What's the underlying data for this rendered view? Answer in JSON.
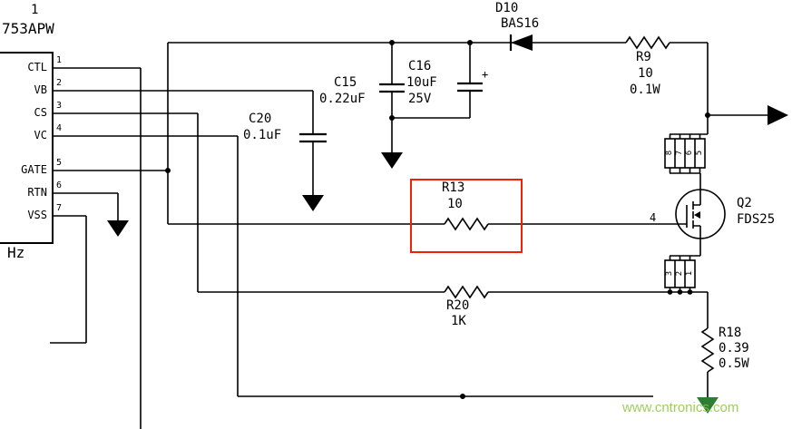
{
  "ic": {
    "ref_fragment": "1",
    "part_fragment": "753APW",
    "note_fragment": "Hz",
    "pins": [
      {
        "name": "CTL",
        "num": "1"
      },
      {
        "name": "VB",
        "num": "2"
      },
      {
        "name": "CS",
        "num": "3"
      },
      {
        "name": "VC",
        "num": "4"
      },
      {
        "name": "GATE",
        "num": "5"
      },
      {
        "name": "RTN",
        "num": "6"
      },
      {
        "name": "VSS",
        "num": "7"
      }
    ]
  },
  "components": {
    "c20": {
      "ref": "C20",
      "value": "0.1uF"
    },
    "c15": {
      "ref": "C15",
      "value": "0.22uF"
    },
    "c16": {
      "ref": "C16",
      "value": "10uF",
      "voltage": "25V",
      "polarity_mark": "+"
    },
    "d10": {
      "ref": "D10",
      "part": "BAS16"
    },
    "r9": {
      "ref": "R9",
      "value": "10",
      "power": "0.1W"
    },
    "r13": {
      "ref": "R13",
      "value": "10"
    },
    "r20": {
      "ref": "R20",
      "value": "1K"
    },
    "r18": {
      "ref": "R18",
      "value": "0.39",
      "power": "0.5W"
    },
    "q2": {
      "ref": "Q2",
      "part": "FDS25",
      "gate_pin_num": "4",
      "drain_pin_nums": [
        "8",
        "7",
        "6",
        "5"
      ],
      "source_pin_nums": [
        "3",
        "2",
        "1"
      ]
    }
  },
  "annotations": {
    "highlight_color": "#ee2200",
    "wire_color": "#000000",
    "ground_symbol_color": "#2e7d32"
  },
  "watermark": {
    "text": "www.cntronics.com",
    "color": "#8cc63f"
  }
}
